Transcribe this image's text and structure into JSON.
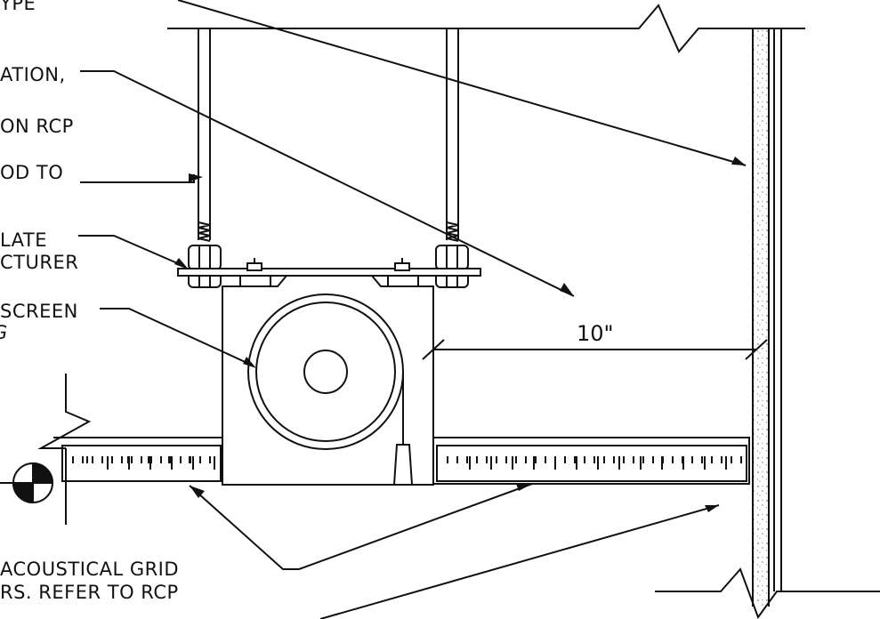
{
  "labels": {
    "type_fragment": "YPE",
    "ation_fragment": "ATION,",
    "rcp_fragment": "ON RCP",
    "rod_fragment": "OD TO",
    "plate_line1": "LATE",
    "plate_line2": "CTURER",
    "screen_line1": "SCREEN",
    "screen_line2": "G",
    "grid_line1": "ACOUSTICAL GRID",
    "grid_line2": "RS.  REFER TO RCP"
  },
  "dimension": {
    "value": "10\""
  },
  "colors": {
    "line": "#111111",
    "background": "#ffffff"
  }
}
